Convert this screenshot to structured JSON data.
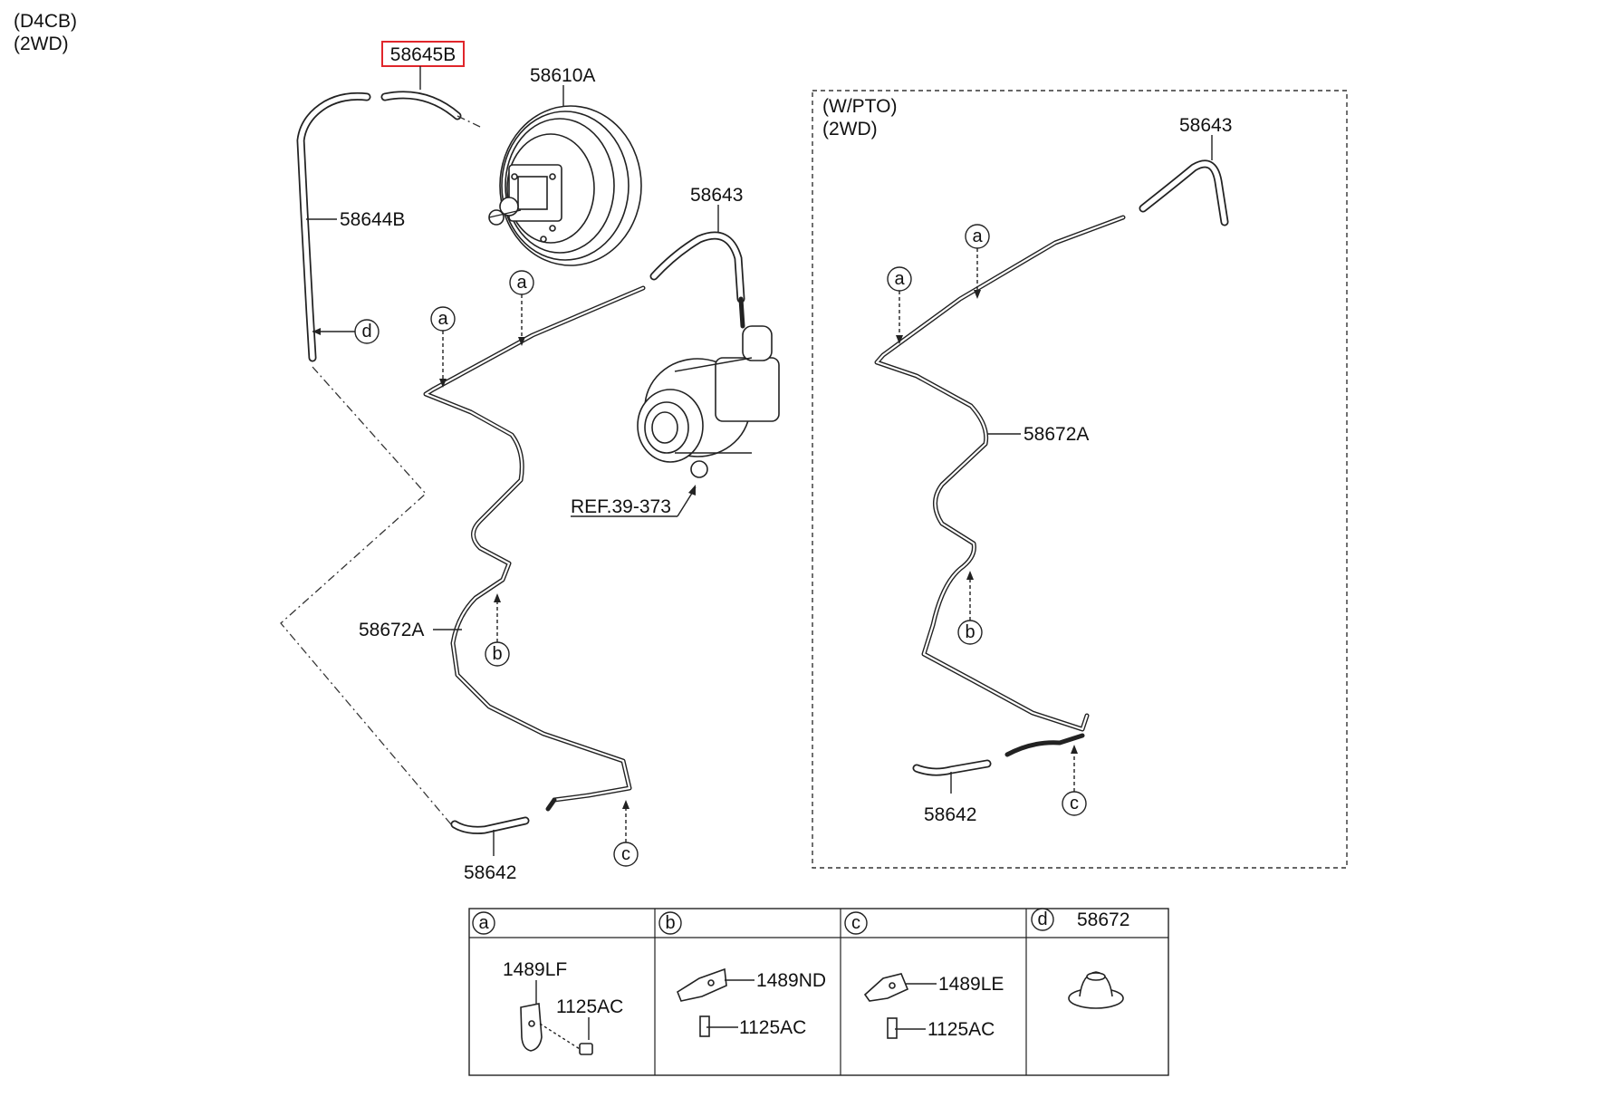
{
  "header": {
    "engine": "(D4CB)",
    "drive": "(2WD)"
  },
  "labels": {
    "selected_part": "58645B",
    "booster": "58610A",
    "hose_left": "58644B",
    "hose_top_center": "58643",
    "pipe_main": "58672A",
    "hose_bottom": "58642",
    "ref": "REF.39-373"
  },
  "pto_box": {
    "title": "(W/PTO)",
    "drive": "(2WD)",
    "hose_top": "58643",
    "pipe": "58672A",
    "hose_bottom": "58642"
  },
  "callouts": {
    "a": "a",
    "b": "b",
    "c": "c",
    "d": "d"
  },
  "legend": {
    "a": {
      "letter": "a",
      "parts": [
        "1489LF",
        "1125AC"
      ]
    },
    "b": {
      "letter": "b",
      "parts": [
        "1489ND",
        "1125AC"
      ]
    },
    "c": {
      "letter": "c",
      "parts": [
        "1489LE",
        "1125AC"
      ]
    },
    "d": {
      "letter": "d",
      "parts": [
        "58672"
      ]
    }
  },
  "colors": {
    "highlight": "#e0262b",
    "line": "#222222"
  }
}
